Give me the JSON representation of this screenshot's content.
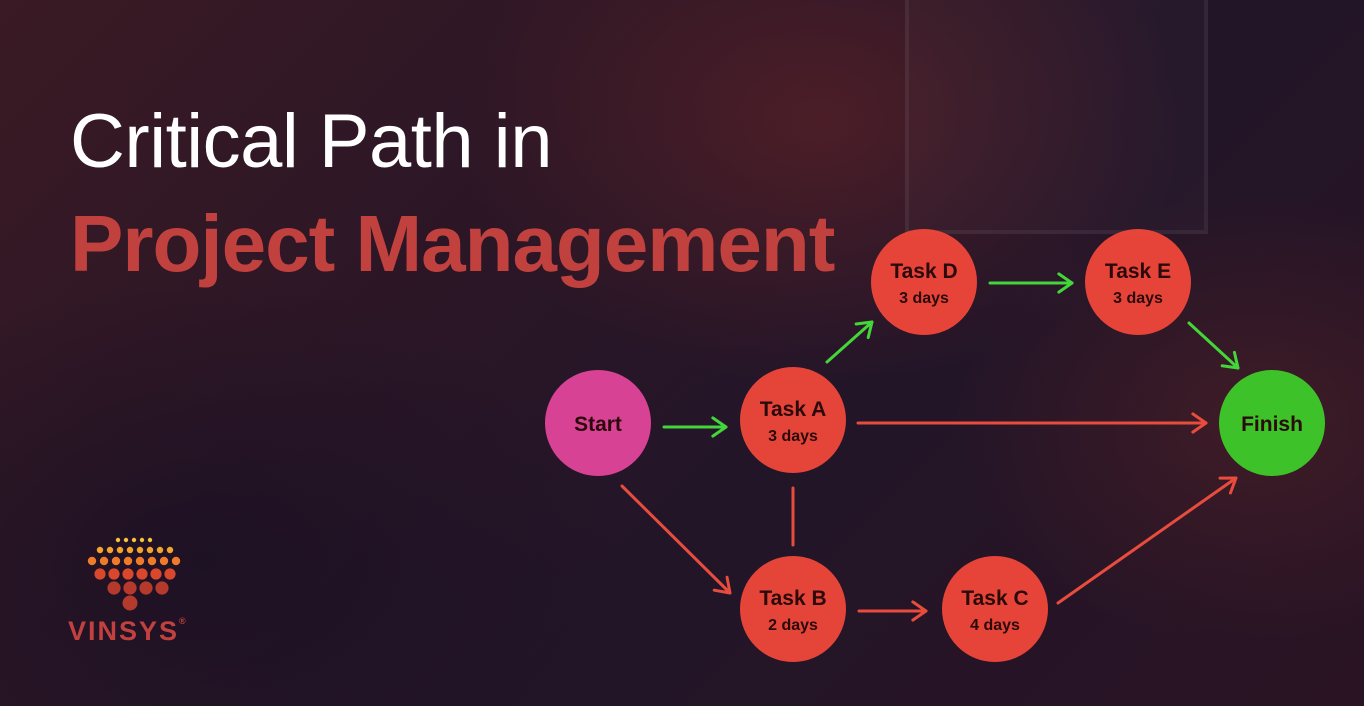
{
  "title": {
    "line1": "Critical Path in",
    "line2": "Project Management"
  },
  "brand": {
    "name": "VINSYS",
    "registered_mark": "®"
  },
  "colors": {
    "task_node": "#f0473a",
    "start_node": "#e0459a",
    "finish_node": "#3ecb2a",
    "critical_arrow": "#e74c3c",
    "noncritical_arrow": "#43d63a",
    "title_accent": "#c1413f"
  },
  "diagram": {
    "nodes": [
      {
        "id": "start",
        "label": "Start",
        "duration": "",
        "kind": "start"
      },
      {
        "id": "task-a",
        "label": "Task A",
        "duration": "3 days",
        "kind": "task"
      },
      {
        "id": "task-b",
        "label": "Task B",
        "duration": "2 days",
        "kind": "task"
      },
      {
        "id": "task-c",
        "label": "Task C",
        "duration": "4 days",
        "kind": "task"
      },
      {
        "id": "task-d",
        "label": "Task D",
        "duration": "3 days",
        "kind": "task"
      },
      {
        "id": "task-e",
        "label": "Task E",
        "duration": "3 days",
        "kind": "task"
      },
      {
        "id": "finish",
        "label": "Finish",
        "duration": "",
        "kind": "finish"
      }
    ],
    "edges": [
      {
        "from": "start",
        "to": "task-a",
        "color": "green",
        "arrow": true
      },
      {
        "from": "task-a",
        "to": "task-d",
        "color": "green",
        "arrow": true
      },
      {
        "from": "task-d",
        "to": "task-e",
        "color": "green",
        "arrow": true
      },
      {
        "from": "task-e",
        "to": "finish",
        "color": "green",
        "arrow": true
      },
      {
        "from": "task-a",
        "to": "finish",
        "color": "red",
        "arrow": true
      },
      {
        "from": "start",
        "to": "task-b",
        "color": "red",
        "arrow": true
      },
      {
        "from": "task-a",
        "to": "task-b",
        "color": "red",
        "arrow": false
      },
      {
        "from": "task-b",
        "to": "task-c",
        "color": "red",
        "arrow": true
      },
      {
        "from": "task-c",
        "to": "finish",
        "color": "red",
        "arrow": true
      }
    ]
  }
}
